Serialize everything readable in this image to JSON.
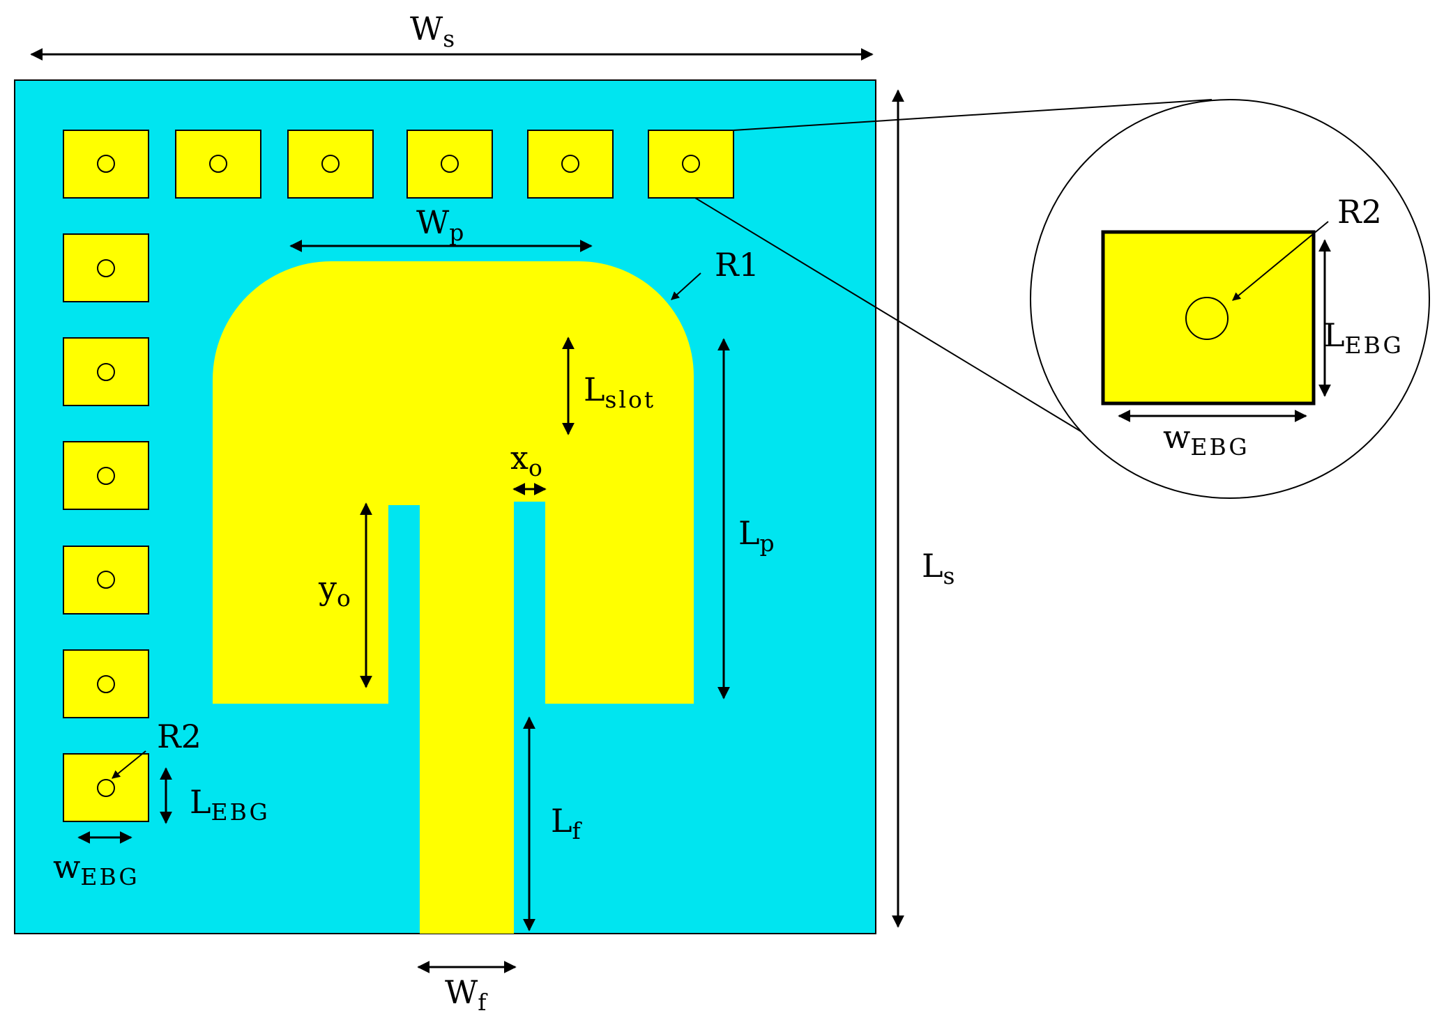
{
  "colors": {
    "substrate": "#00e5f0",
    "metal": "#ffff00",
    "outline": "#000000",
    "background": "#ffffff"
  },
  "labels": {
    "ws": {
      "main": "W",
      "sub": "s"
    },
    "ls": {
      "main": "L",
      "sub": "s"
    },
    "wp": {
      "main": "W",
      "sub": "p"
    },
    "lp": {
      "main": "L",
      "sub": "p"
    },
    "r1": "R1",
    "lslot": {
      "main": "L",
      "sub": "slot"
    },
    "xo": {
      "main": "x",
      "sub": "o"
    },
    "yo": {
      "main": "y",
      "sub": "o"
    },
    "lf": {
      "main": "L",
      "sub": "f"
    },
    "wf": {
      "main": "W",
      "sub": "f"
    },
    "r2_small": "R2",
    "lebg_small": {
      "main": "L",
      "sub": "EBG"
    },
    "webg_small": {
      "main": "w",
      "sub": "EBG"
    },
    "r2_zoom": "R2",
    "lebg_zoom": {
      "main": "L",
      "sub": "EBG"
    },
    "webg_zoom": {
      "main": "w",
      "sub": "EBG"
    }
  }
}
